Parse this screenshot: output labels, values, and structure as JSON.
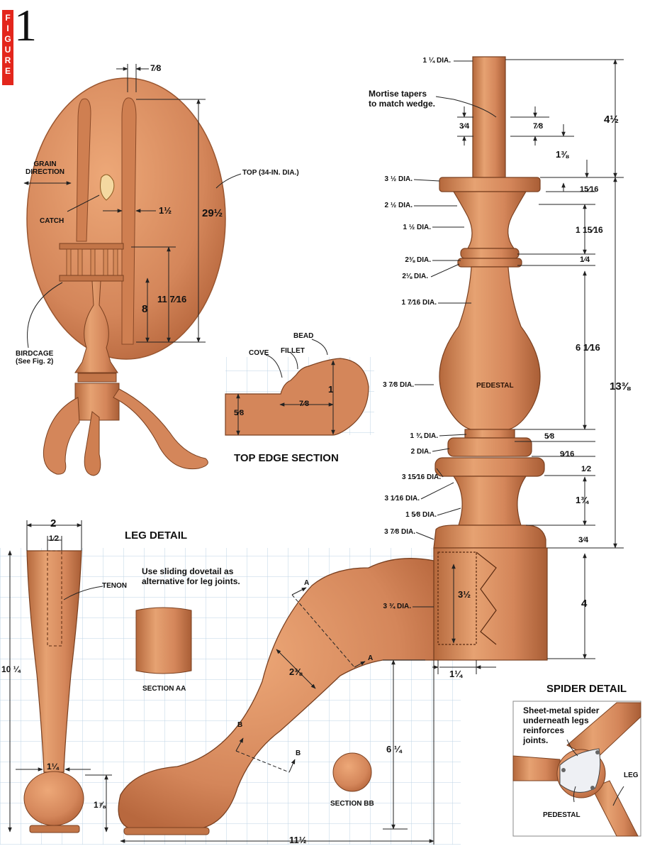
{
  "figure": {
    "badge_letters": [
      "F",
      "I",
      "G",
      "U",
      "R",
      "E"
    ],
    "number": "1"
  },
  "colors": {
    "wood": "#d88c5c",
    "wood_dark": "#b5683c",
    "wood_light": "#eaa877",
    "grid": "#bcd3e6",
    "line": "#222222",
    "badge": "#e3261c"
  },
  "top_view": {
    "dim_top_thickness": "7⁄8",
    "grain_direction": "GRAIN\nDIRECTION",
    "catch": "CATCH",
    "top_label": "TOP (34-IN. DIA.)",
    "dim_1_half": "1½",
    "dim_29_half": "29½",
    "dim_11_7_16": "11 7⁄16",
    "dim_8": "8",
    "birdcage": "BIRDCAGE\n(See Fig. 2)"
  },
  "edge_section": {
    "title": "TOP EDGE SECTION",
    "bead": "BEAD",
    "cove": "COVE",
    "fillet": "FILLET",
    "dim_1": "1",
    "dim_5_8": "5⁄8",
    "dim_7_8": "7⁄8"
  },
  "pedestal": {
    "title": "PEDESTAL",
    "mortise_note": "Mortise tapers\nto match wedge.",
    "diameters": [
      "1 ¼ DIA.",
      "3 ½ DIA.",
      "2 ½ DIA.",
      "1 ½  DIA.",
      "2⅜  DIA.",
      "2⅛ DIA.",
      "1 7⁄16 DIA.",
      "3 7⁄8 DIA.",
      "1 ¾ DIA.",
      "2 DIA.",
      "3 15⁄16 DIA.",
      "3 1⁄16 DIA.",
      "1 5⁄8 DIA.",
      "3 7⁄8 DIA.",
      "3 ¾ DIA."
    ],
    "dim_3_4": "3⁄4",
    "dim_7_8": "7⁄8",
    "dim_1_3_8": "1⅜",
    "right_dims": [
      "15⁄16",
      "1 15⁄16",
      "1⁄4",
      "6 1⁄16",
      "5⁄8",
      "9⁄16",
      "1⁄2",
      "1¾",
      "3⁄4"
    ],
    "dim_4_half": "4½",
    "dim_13_3_8": "13⅜",
    "dim_3_half": "3½",
    "dim_4": "4",
    "dim_1_quarter": "1¼"
  },
  "leg_detail": {
    "title": "LEG DETAIL",
    "dim_2": "2",
    "dim_1_2": "1⁄2",
    "tenon": "TENON",
    "dim_10_quarter": "10 ¼",
    "dim_1_quarter": "1¼",
    "dim_1_7_8": "1⅞",
    "note": "Use sliding dovetail as\nalternative for leg joints.",
    "section_aa": "SECTION AA",
    "section_bb": "SECTION BB",
    "mark_a": "A",
    "mark_b": "B",
    "dim_2_3_8": "2⅜",
    "dim_6_quarter": "6 ¼",
    "dim_11_half": "11½"
  },
  "spider_detail": {
    "title": "SPIDER DETAIL",
    "note": "Sheet-metal spider\nunderneath legs\nreinforces\njoints.",
    "leg": "LEG",
    "pedestal": "PEDESTAL"
  }
}
